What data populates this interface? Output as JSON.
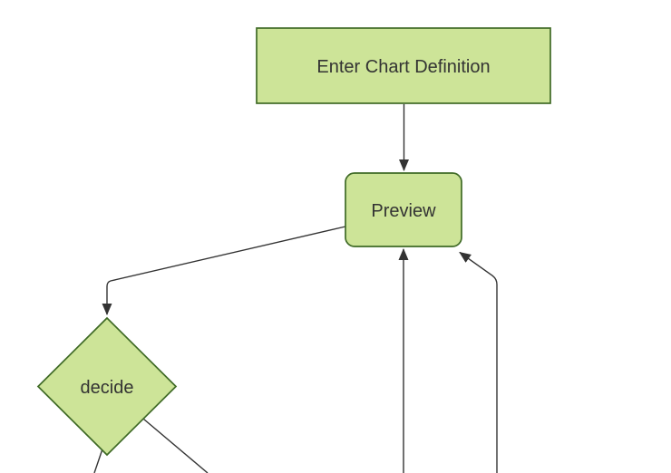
{
  "diagram": {
    "type": "flowchart",
    "orientation": "top-down",
    "background": "#ffffff",
    "colors": {
      "node_fill": "#cde498",
      "node_border": "#3f6a26",
      "edge": "#333333",
      "label": "#333333"
    },
    "nodes": [
      {
        "id": "enter-chart-definition",
        "label": "Enter Chart Definition",
        "shape": "rectangle"
      },
      {
        "id": "preview",
        "label": "Preview",
        "shape": "rounded-rectangle"
      },
      {
        "id": "decide",
        "label": "decide",
        "shape": "diamond"
      }
    ],
    "edges": [
      {
        "from": "enter-chart-definition",
        "to": "preview",
        "arrowhead": true
      },
      {
        "from": "preview",
        "to": "decide",
        "arrowhead": true
      },
      {
        "from": "offscreen-bottom",
        "to": "preview",
        "arrowhead": true
      },
      {
        "from": "offscreen-bottom-right",
        "to": "preview",
        "arrowhead": true
      },
      {
        "from": "decide",
        "to": "offscreen-bottom-left",
        "arrowhead": false
      },
      {
        "from": "decide",
        "to": "offscreen-bottom-right",
        "arrowhead": false
      }
    ]
  }
}
